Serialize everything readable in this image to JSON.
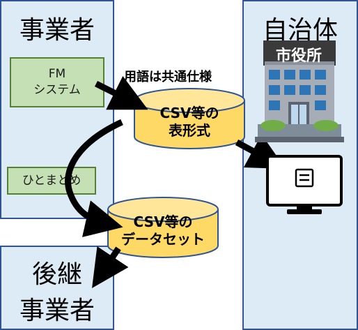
{
  "operator_panel": {
    "title": "事業者"
  },
  "municipality_panel": {
    "title": "自治体"
  },
  "successor_panel": {
    "title_line1": "後継",
    "title_line2": "事業者"
  },
  "fm_system_box": {
    "line1": "FM",
    "line2": "システム"
  },
  "summary_box": {
    "label": "ひとまとめ"
  },
  "common_spec_label": "用語は共通仕様",
  "csv_table_cylinder": {
    "line1": "CSV等の",
    "line2": "表形式"
  },
  "csv_dataset_cylinder": {
    "line1": "CSV等の",
    "line2": "データセット"
  },
  "city_hall": {
    "sign": "市役所"
  },
  "colors": {
    "panel_fill": "#DDEBF7",
    "panel_border": "#2F5597",
    "green_fill": "#C5E0B4",
    "green_border": "#548235",
    "cylinder_fill": "#FFD966",
    "cylinder_border": "#2F5597",
    "arrow": "#000000",
    "building": "#7F8C9A",
    "monitor": "#000000"
  }
}
